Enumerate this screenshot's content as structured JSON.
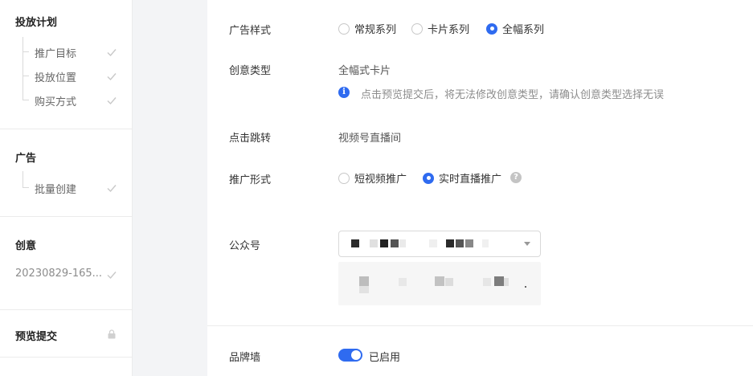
{
  "sidebar": {
    "sections": [
      {
        "title": "投放计划",
        "items": [
          "推广目标",
          "投放位置",
          "购买方式"
        ]
      },
      {
        "title": "广告",
        "items": [
          "批量创建"
        ]
      },
      {
        "title": "创意",
        "value": "20230829-165..."
      },
      {
        "title": "预览提交"
      }
    ]
  },
  "form": {
    "ad_style": {
      "label": "广告样式",
      "options": [
        "常规系列",
        "卡片系列",
        "全幅系列"
      ],
      "selected": "全幅系列"
    },
    "creative_type": {
      "label": "创意类型",
      "value": "全幅式卡片",
      "hint": "点击预览提交后，将无法修改创意类型，请确认创意类型选择无误"
    },
    "click_jump": {
      "label": "点击跳转",
      "value": "视频号直播间"
    },
    "promo_form": {
      "label": "推广形式",
      "options": [
        "短视频推广",
        "实时直播推广"
      ],
      "selected": "实时直播推广"
    },
    "official_account": {
      "label": "公众号"
    },
    "brand_wall": {
      "label": "品牌墙",
      "status": "已启用",
      "enabled": true
    }
  },
  "colors": {
    "accent": "#2f6bf0",
    "gap_bg": "#f3f4f6"
  }
}
